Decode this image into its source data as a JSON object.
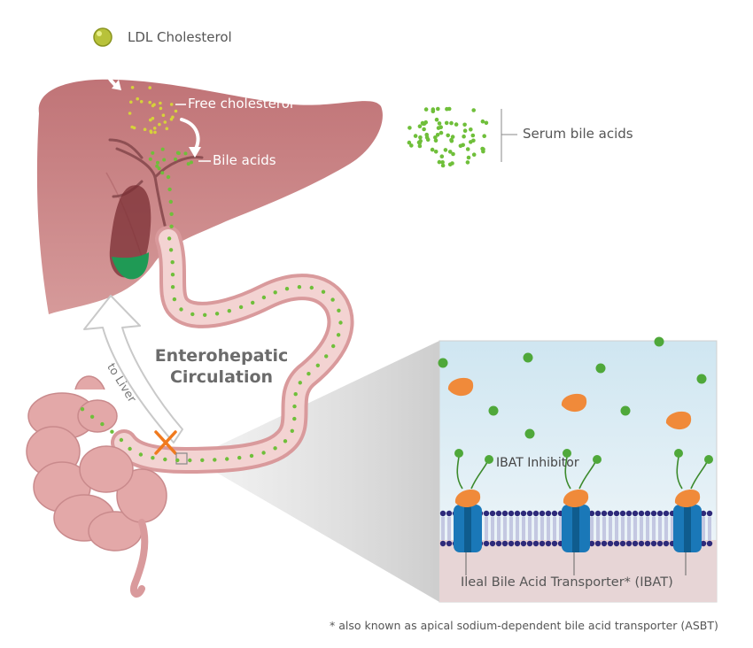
{
  "labels": {
    "ldl": "LDL Cholesterol",
    "free_cholesterol": "Free cholesterol",
    "bile_acids": "Bile acids",
    "serum_bile_acids": "Serum bile acids",
    "circulation_line1": "Enterohepatic",
    "circulation_line2": "Circulation",
    "to_liver": "to Liver",
    "ibat_inhibitor": "IBAT Inhibitor",
    "ibat_transporter": "Ileal Bile Acid Transporter* (IBAT)",
    "footnote": "* also known as apical sodium-dependent bile acid transporter (ASBT)"
  },
  "colors": {
    "liver": "#c9777a",
    "intestine": "#e8b4b4",
    "gallbladder_green": "#1f9a55",
    "bile_dot": "#6fbf3a",
    "inhibitor_orange": "#f08a3a",
    "transporter_blue": "#1a78b8",
    "membrane_purple": "#2e2a7a",
    "block_x": "#f07a1e"
  }
}
